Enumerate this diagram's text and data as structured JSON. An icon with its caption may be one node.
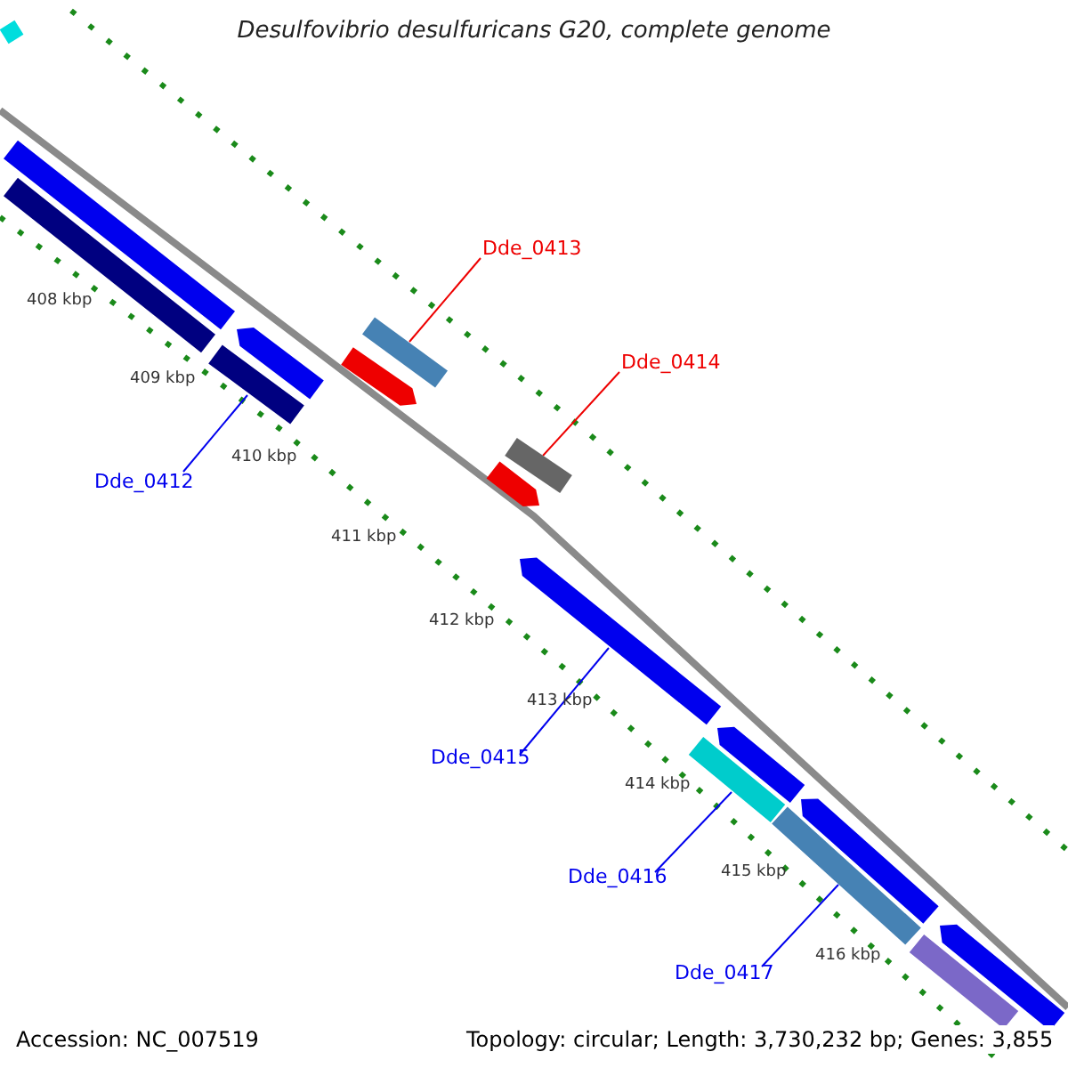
{
  "diagram": {
    "title": "Desulfovibrio desulfuricans G20, complete genome",
    "nodes": [
      {
        "text": [
          "Dde_0413"
        ]
      },
      {
        "text": [
          "Dde_0414"
        ]
      },
      {
        "text": [
          "Dde_0412"
        ]
      },
      {
        "text": [
          "Dde_0415"
        ]
      },
      {
        "text": [
          "Dde_0416"
        ]
      },
      {
        "text": [
          "Dde_0417"
        ]
      },
      {
        "text": [],
        "shape": "bar"
      },
      {
        "text": [],
        "shape": "bar"
      },
      {
        "text": [],
        "shape": "bar"
      },
      {
        "text": [],
        "shape": "bar"
      },
      {
        "text": [],
        "shape": "bar"
      },
      {
        "text": [],
        "shape": "bar"
      },
      {
        "text": [],
        "shape": "bar"
      },
      {
        "text": [],
        "shape": "bar"
      },
      {
        "text": [],
        "shape": "bar"
      },
      {
        "text": [],
        "shape": "bar"
      }
    ],
    "edges": [
      {
        "from": 0,
        "to": 6,
        "arrow": "none",
        "color": "#ee0000"
      },
      {
        "from": 1,
        "to": 7,
        "arrow": "none",
        "color": "#ee0000"
      },
      {
        "from": 2,
        "to": 8,
        "arrow": "none"
      },
      {
        "from": 3,
        "to": 9,
        "arrow": "none"
      },
      {
        "from": 4,
        "to": 10,
        "arrow": "none"
      },
      {
        "from": 5,
        "to": 11,
        "arrow": "none"
      }
    ],
    "labels": [
      "408 kbp",
      "409 kbp",
      "410 kbp",
      "411 kbp",
      "412 kbp",
      "413 kbp",
      "414 kbp",
      "415 kbp",
      "416 kbp",
      "Accession: NC_007519",
      "Topology: circular; Length: 3,730,232 bp; Genes: 3,855"
    ]
  }
}
